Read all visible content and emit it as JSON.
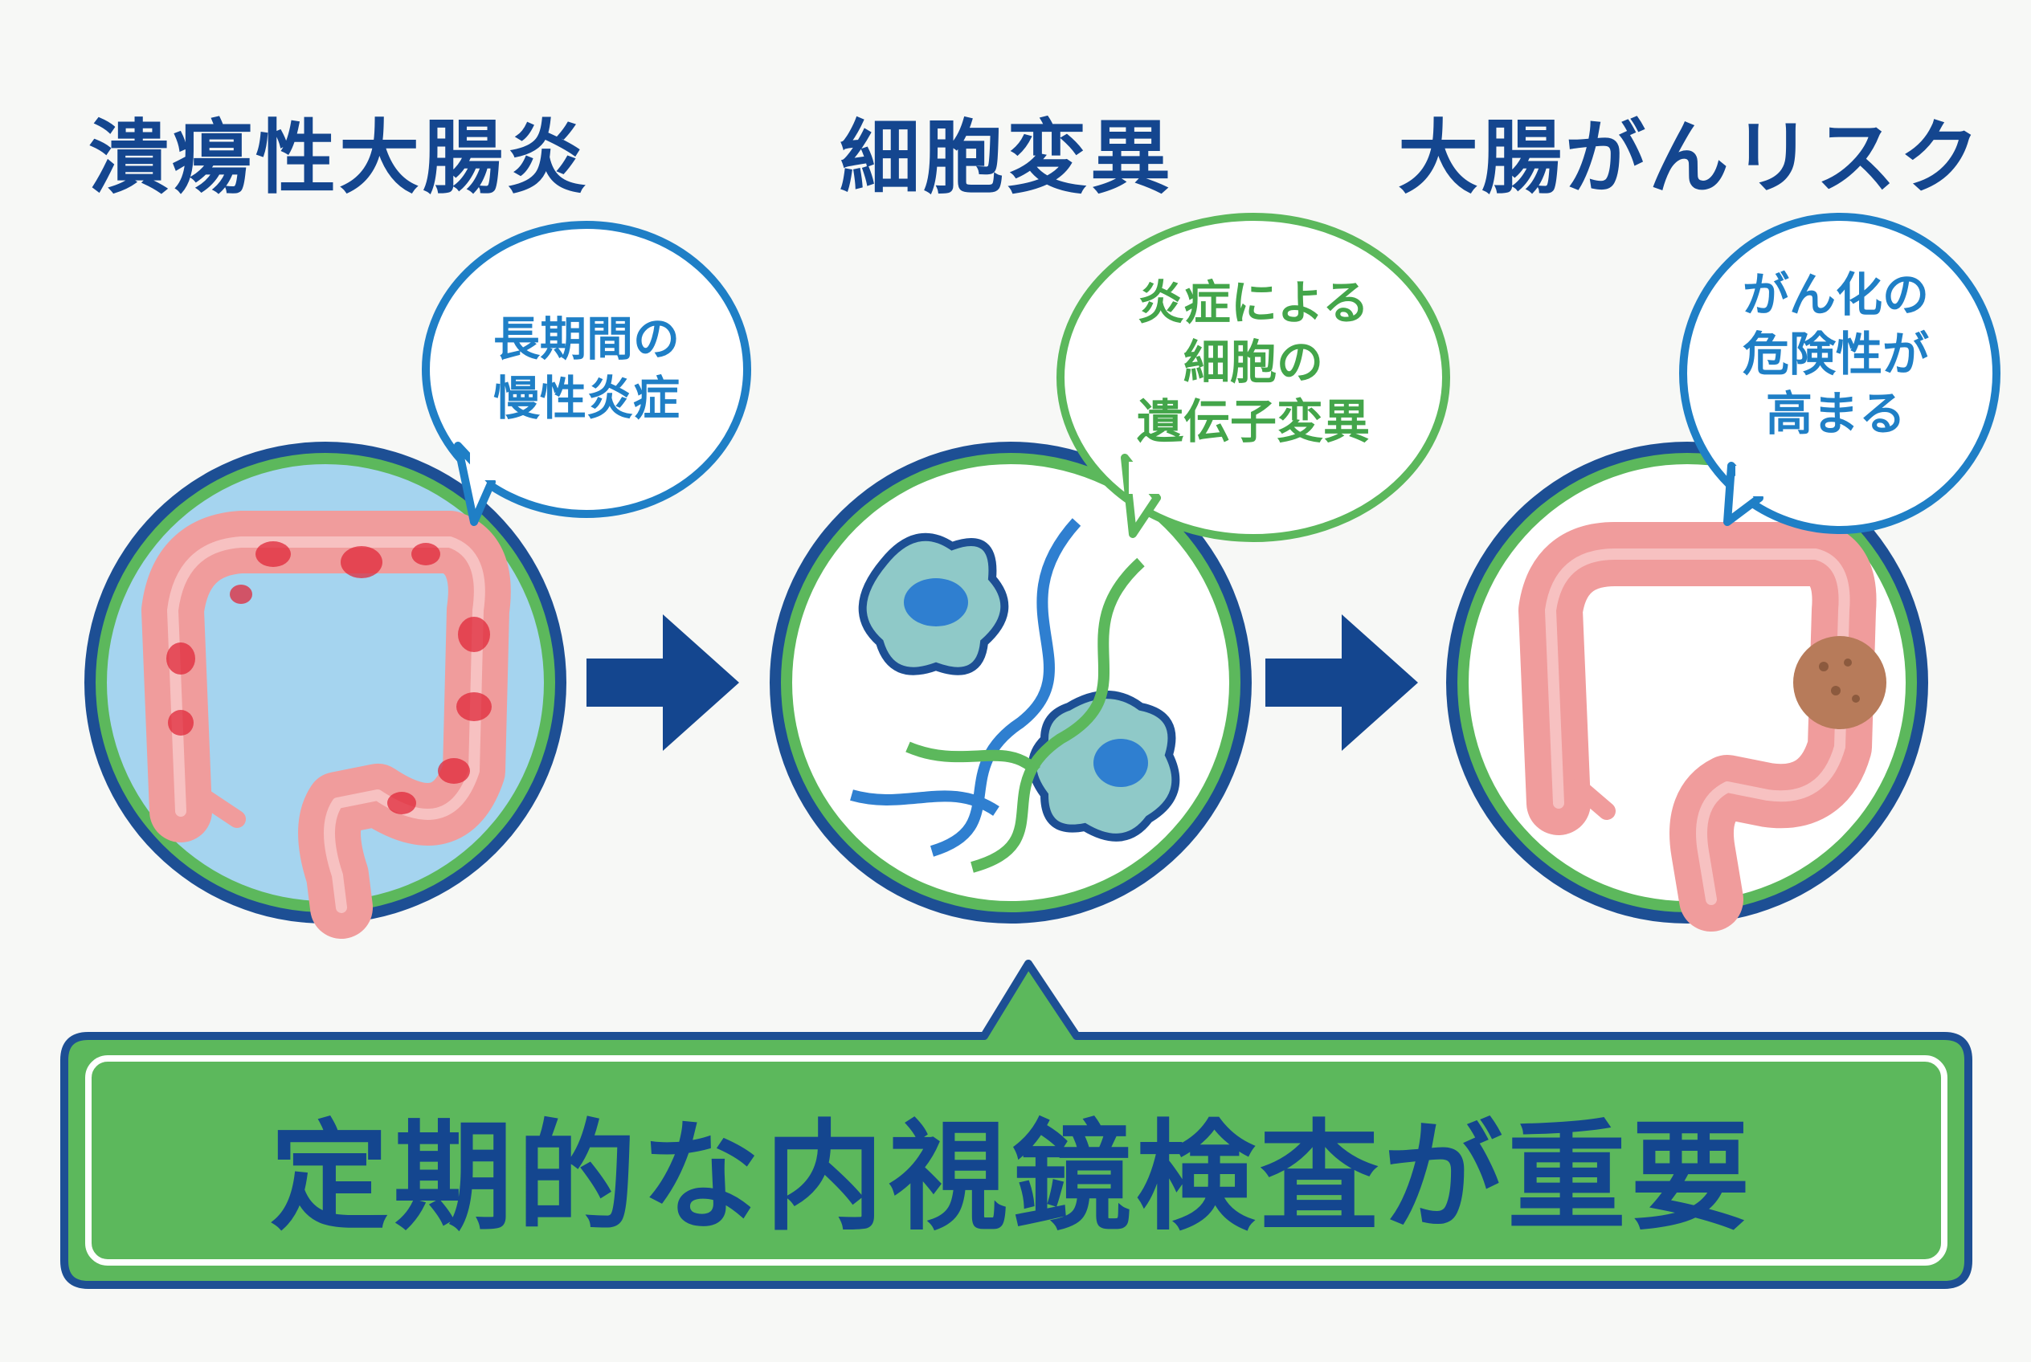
{
  "titles": [
    "潰瘍性大腸炎",
    "細胞変異",
    "大腸がんリスク"
  ],
  "bubbles": [
    {
      "lines": [
        "長期間の",
        "慢性炎症"
      ]
    },
    {
      "lines": [
        "炎症による",
        "細胞の",
        "遺伝子変異"
      ]
    },
    {
      "lines": [
        "がん化の",
        "危険性が",
        "高まる"
      ]
    }
  ],
  "banner": "定期的な内視鏡検査が重要",
  "colors": {
    "navy": "#14468f",
    "green": "#5cb85c",
    "blue_text": "#1f7fc6",
    "green_text": "#43a54a",
    "colon": "#f0a0a0",
    "inflammation": "#e0283a",
    "tumor": "#b77b5a"
  }
}
